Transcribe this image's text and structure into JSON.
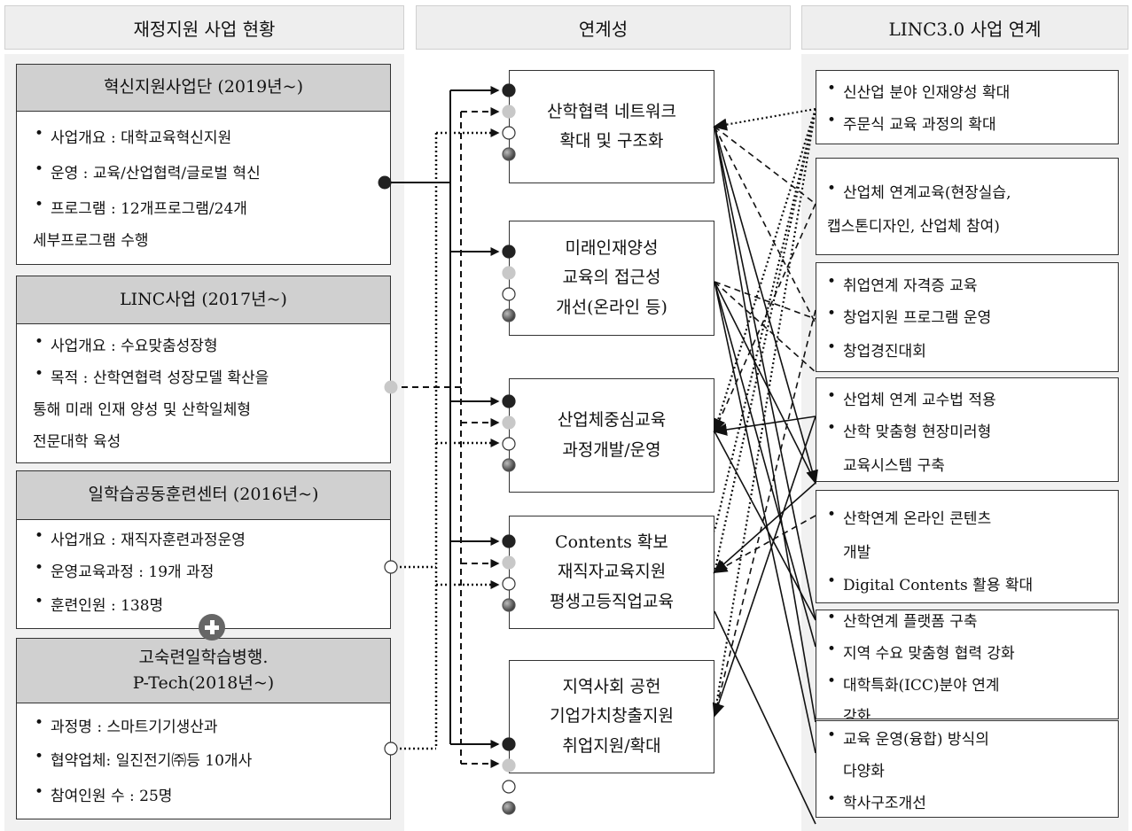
{
  "headers": {
    "left": "재정지원 사업 현황",
    "middle": "연계성",
    "right": "LINC3.0 사업 연계"
  },
  "left_boxes": [
    {
      "title": [
        "혁신지원사업단 (2019년~)"
      ],
      "lines": [
        {
          "text": "사업개요 : 대학교육혁신지원",
          "bullet": true
        },
        {
          "text": "운영 : 교육/산업협력/글로벌 혁신",
          "bullet": true
        },
        {
          "text": "프로그램 : 12개프로그램/24개",
          "bullet": true
        },
        {
          "text": "세부프로그램 수행",
          "bullet": false
        }
      ]
    },
    {
      "title": [
        "LINC사업 (2017년~)"
      ],
      "lines": [
        {
          "text": "사업개요 : 수요맞춤성장형",
          "bullet": true
        },
        {
          "text": "목적 : 산학연협력 성장모델 확산을",
          "bullet": true
        },
        {
          "text": "통해 미래 인재 양성 및 산학일체형",
          "bullet": false
        },
        {
          "text": "전문대학 육성",
          "bullet": false
        }
      ]
    },
    {
      "title": [
        "일학습공동훈련센터 (2016년~)"
      ],
      "lines": [
        {
          "text": "사업개요 : 재직자훈련과정운영",
          "bullet": true
        },
        {
          "text": "운영교육과정 : 19개 과정",
          "bullet": true
        },
        {
          "text": "훈련인원 : 138명",
          "bullet": true
        }
      ]
    },
    {
      "title": [
        "고숙련일학습병행.",
        "P-Tech(2018년~)"
      ],
      "lines": [
        {
          "text": "과정명 : 스마트기기생산과",
          "bullet": true
        },
        {
          "text": "협약업체: 일진전기㈜등 10개사",
          "bullet": true
        },
        {
          "text": "참여인원 수 : 25명",
          "bullet": true
        }
      ]
    }
  ],
  "middle_boxes": [
    {
      "lines": [
        "산학협력 네트워크",
        "확대 및 구조화"
      ]
    },
    {
      "lines": [
        "미래인재양성",
        "교육의 접근성",
        "개선(온라인 등)"
      ]
    },
    {
      "lines": [
        "산업체중심교육",
        "과정개발/운영"
      ]
    },
    {
      "lines": [
        "Contents 확보",
        "재직자교육지원",
        "평생고등직업교육"
      ]
    },
    {
      "lines": [
        "지역사회 공헌",
        "기업가치창출지원",
        "취업지원/확대"
      ]
    }
  ],
  "right_boxes": [
    {
      "lines": [
        {
          "text": "신산업 분야 인재양성 확대",
          "bullet": true
        },
        {
          "text": "주문식 교육 과정의 확대",
          "bullet": true
        }
      ]
    },
    {
      "lines": [
        {
          "text": "산업체 연계교육(현장실습,",
          "bullet": true
        },
        {
          "text": "캡스톤디자인, 산업체 참여)",
          "bullet": false
        }
      ]
    },
    {
      "lines": [
        {
          "text": "취업연계 자격증 교육",
          "bullet": true
        },
        {
          "text": "창업지원 프로그램 운영",
          "bullet": true
        },
        {
          "text": "창업경진대회",
          "bullet": true
        }
      ]
    },
    {
      "lines": [
        {
          "text": "산업체 연계 교수법 적용",
          "bullet": true
        },
        {
          "text": "산학 맞춤형 현장미러형",
          "bullet": true
        },
        {
          "text": "교육시스템 구축",
          "bullet": false
        }
      ]
    },
    {
      "lines": [
        {
          "text": "산학연계 온라인 콘텐츠",
          "bullet": true
        },
        {
          "text": "개발",
          "bullet": false
        },
        {
          "text": "Digital Contents 활용 확대",
          "bullet": true
        }
      ]
    },
    {
      "lines": [
        {
          "text": "산학연계 플랫폼 구축",
          "bullet": true
        },
        {
          "text": "지역 수요 맞춤형 협력 강화",
          "bullet": true
        },
        {
          "text": "대학특화(ICC)분야 연계",
          "bullet": true
        },
        {
          "text": "강화",
          "bullet": false
        }
      ]
    },
    {
      "lines": [
        {
          "text": "교육 운영(융합) 방식의",
          "bullet": true
        },
        {
          "text": "다양화",
          "bullet": false
        },
        {
          "text": "학사구조개선",
          "bullet": true
        }
      ]
    }
  ],
  "colors": {
    "black": "#222222",
    "gray": "#c8c8c8",
    "white": "#ffffff",
    "dark": "#555555"
  }
}
